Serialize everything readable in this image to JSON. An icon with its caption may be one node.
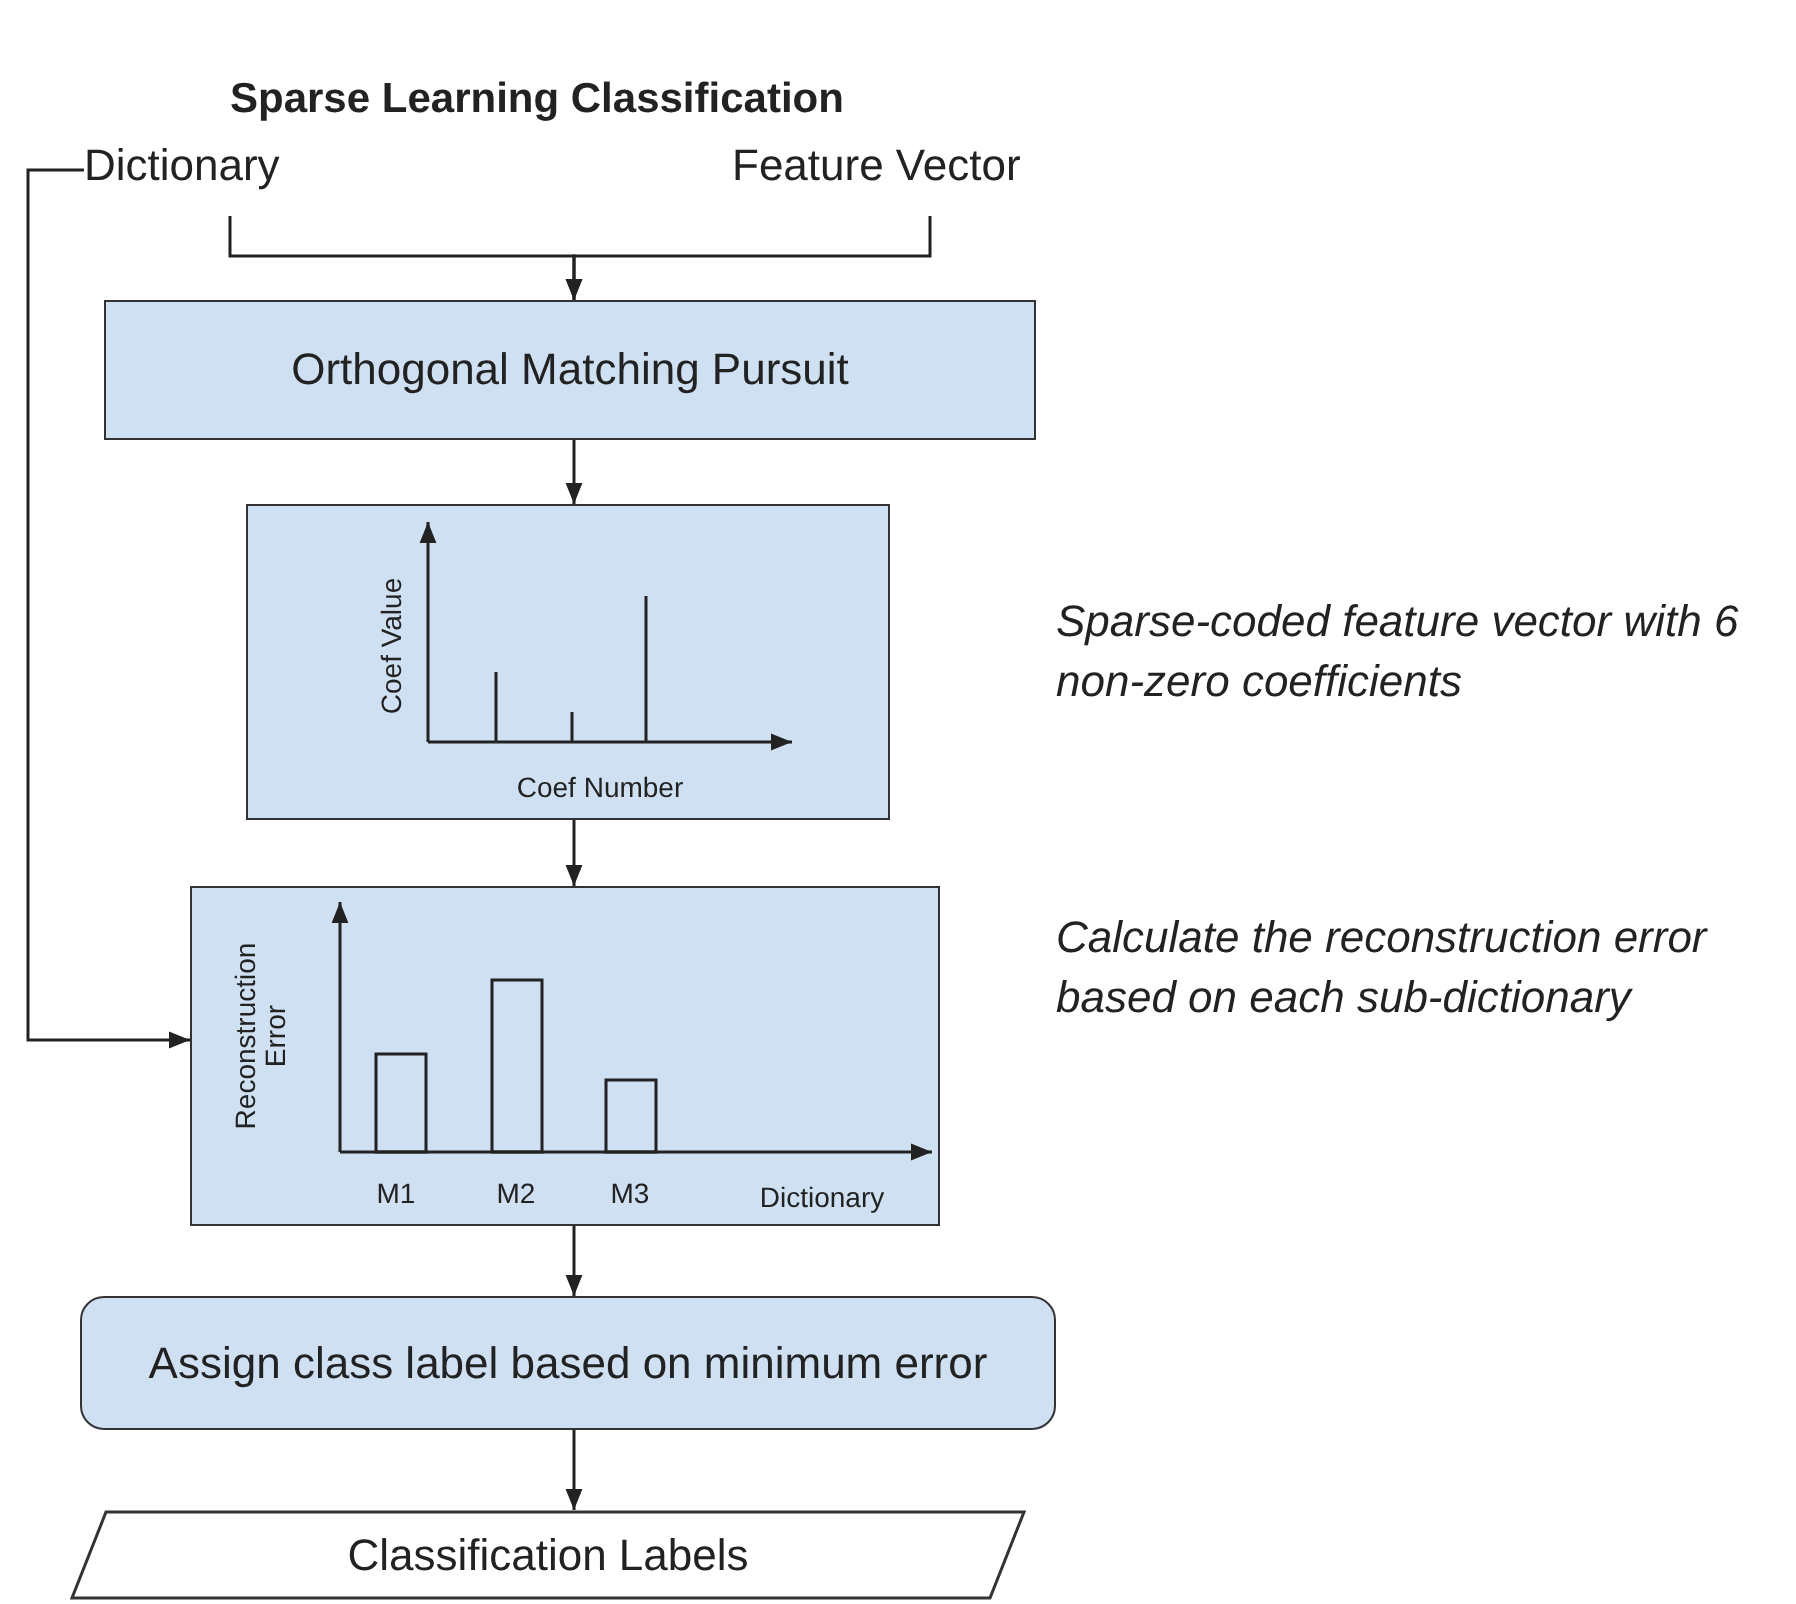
{
  "diagram": {
    "title": "Sparse Learning Classification",
    "nodes": [
      {
        "text": [
          "Dictionary"
        ]
      },
      {
        "text": [
          "Feature Vector"
        ]
      },
      {
        "text": [
          "Orthogonal Matching Pursuit"
        ]
      },
      {
        "text": [
          "Coef Value",
          "Coef Number"
        ],
        "beside": [
          "Sparse-coded feature vector with 6 non-zero coefficients"
        ]
      },
      {
        "text": [
          "Reconstruction Error",
          "M1",
          "M2",
          "M3",
          "Dictionary"
        ],
        "beside": [
          "Calculate the reconstruction error based on each sub-dictionary"
        ]
      },
      {
        "text": [
          "Assign class label based on minimum error"
        ]
      },
      {
        "text": [
          "Classification Labels"
        ]
      }
    ],
    "edges": [
      {
        "from": 0,
        "to": 2,
        "arrow": "to"
      },
      {
        "from": 1,
        "to": 2,
        "arrow": "to"
      },
      {
        "from": 2,
        "to": 3,
        "arrow": "to"
      },
      {
        "from": 3,
        "to": 4,
        "arrow": "to"
      },
      {
        "from": 0,
        "to": 4,
        "arrow": "to"
      },
      {
        "from": 4,
        "to": 5,
        "arrow": "to"
      },
      {
        "from": 5,
        "to": 6,
        "arrow": "to"
      }
    ]
  }
}
